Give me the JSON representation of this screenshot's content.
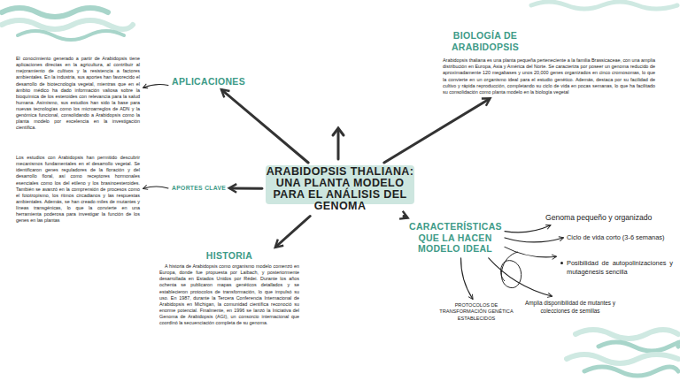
{
  "diagram": {
    "nodes": [
      {
        "text": [
          "ARABIDOPSIS THALIANA: UNA PLANTA MODELO PARA EL ANÁLISIS DEL GENOMA"
        ]
      },
      {
        "text": [
          "APLICACIONES"
        ]
      },
      {
        "text": [
          "El conocimiento generado a partir de Arabidopsis tiene aplicaciones directas en la agricultura, al contribuir al mejoramiento de cultivos y la resistencia a factores ambientales. En la industria, sus aportes han favorecido el desarrollo de biotecnología vegetal, mientras que en el ámbito médico ha dado información valiosa sobre la bioquímica de los esteroides con relevancia para la salud humana. Asimismo, sus estudios han sido la base para nuevas tecnologías como los microarreglos de ADN y la genómica funcional, consolidando a Arabidopsis como la planta modelo por excelencia en la investigación científica."
        ]
      },
      {
        "text": [
          "BIOLOGÍA DE ARABIDOPSIS",
          "Arabidopsis thaliana es una planta pequeña perteneciente a la familia Brassicaceae, con una amplia distribución en Europa, Asia y América del Norte. Se caracteriza por poseer un genoma reducido de aproximadamente 120 megabases y unos 20,000 genes organizados en cinco cromosomas, lo que la convierte en un organismo ideal para el estudio genético. Además, destaca por su facilidad de cultivo y rápida reproducción, completando su ciclo de vida en pocas semanas, lo que ha facilitado su consolidación como planta modelo en la biología vegetal"
        ]
      },
      {
        "text": [
          "APORTES CLAVE"
        ]
      },
      {
        "text": [
          "Los estudios con Arabidopsis han permitido descubrir mecanismos fundamentales en el desarrollo vegetal. Se identificaron genes reguladores de la floración y del desarrollo floral, así como receptores hormonales esenciales como los del etileno y los brasinoesteroides. También se avanzó en la comprensión de procesos como el fototropismo, los ritmos circadianos y las respuestas ambientales. Además, se han creado miles de mutantes y líneas transgénicas, lo que la convierte en una herramienta poderosa para investigar la función de los genes en las plantas"
        ]
      },
      {
        "text": [
          "CARACTERÍSTICAS QUE LA HACEN MODELO IDEAL"
        ]
      },
      {
        "text": [
          "Genoma pequeño y organizado"
        ]
      },
      {
        "text": [
          "Ciclo de vida corto (3-6 semanas)"
        ]
      },
      {
        "text": [
          "Posibilidad de autopolinizaciones y mutagénesis sencilla"
        ]
      },
      {
        "text": [
          "Amplia disponibilidad de mutantes y colecciones de semillas"
        ]
      },
      {
        "text": [
          "PROTOCOLOS DE TRANSFORMACIÓN GENÉTICA ESTABLECIDOS"
        ]
      },
      {
        "text": [
          "HISTORIA",
          "A historia de Arabidopsis como organismo modelo comenzó en Europa, donde fue propuesta por Laibach, y posteriormente desarrollada en Estados Unidos por Rédei. Durante los años ochenta se publicaron mapas genéticos detallados y se establecieron protocolos de transformación, lo que impulsó su uso. En 1987, durante la Tercera Conferencia Internacional de Arabidopsis en Michigan, la comunidad científica reconoció su enorme potencial. Finalmente, en 1996 se lanzó la Iniciativa del Genoma de Arabidopsis (AGI), un consorcio internacional que coordinó la secuenciación completa de su genoma."
        ]
      }
    ],
    "edges": [
      {
        "from": 0,
        "to": 1,
        "arrow": "to"
      },
      {
        "from": 1,
        "to": 2,
        "arrow": "to"
      },
      {
        "from": 0,
        "to": 3,
        "arrow": "to"
      },
      {
        "from": 0,
        "to": 4,
        "arrow": "to"
      },
      {
        "from": 4,
        "to": 5,
        "arrow": "to"
      },
      {
        "from": 0,
        "to": 6,
        "arrow": "to"
      },
      {
        "from": 6,
        "to": 7,
        "arrow": "to"
      },
      {
        "from": 6,
        "to": 8,
        "arrow": "to"
      },
      {
        "from": 6,
        "to": 9,
        "arrow": "to"
      },
      {
        "from": 6,
        "to": 10,
        "arrow": "to"
      },
      {
        "from": 6,
        "to": 11,
        "arrow": "to"
      },
      {
        "from": 0,
        "to": 12,
        "arrow": "to"
      }
    ]
  }
}
